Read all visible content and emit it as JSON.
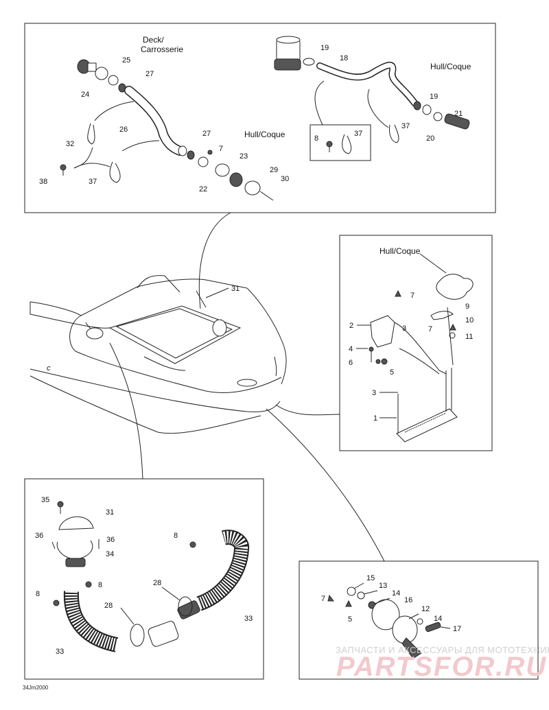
{
  "captions": {
    "deck_line1": "Deck/",
    "deck_line2": "Carrosserie",
    "hull_coque_a": "Hull/Coque",
    "hull_coque_b": "Hull/Coque",
    "hull_coque_c": "Hull/Coque"
  },
  "panel_top": {
    "labels": [
      "25",
      "27",
      "24",
      "26",
      "32",
      "38",
      "37",
      "27",
      "7",
      "23",
      "22",
      "29",
      "30"
    ]
  },
  "panel_top_right": {
    "labels": [
      "19",
      "18",
      "19",
      "21",
      "37",
      "20",
      "8",
      "37"
    ]
  },
  "main_view": {
    "labels": [
      "31"
    ]
  },
  "panel_mid_right": {
    "labels": [
      "7",
      "9",
      "2",
      "3",
      "10",
      "7",
      "11",
      "4",
      "6",
      "5",
      "3",
      "1"
    ]
  },
  "panel_bottom_left": {
    "labels": [
      "35",
      "31",
      "36",
      "36",
      "34",
      "8",
      "8",
      "8",
      "28",
      "28",
      "33",
      "33"
    ]
  },
  "panel_bottom_right": {
    "labels": [
      "15",
      "13",
      "7",
      "14",
      "16",
      "5",
      "12",
      "14",
      "17"
    ]
  },
  "watermark": {
    "line1": "ЗАПЧАСТИ И АКСЕССУАРЫ ДЛЯ МОТОТЕХНИКИ",
    "line2": "PARTSFOR.RU"
  },
  "drawing_code": "34Jm2000",
  "icons": [
    "bilge-pump-icon",
    "hose-icon",
    "clamp-icon",
    "screw-icon",
    "fitting-icon",
    "cover-icon",
    "bracket-icon",
    "grille-icon",
    "watercraft-hull-icon"
  ]
}
